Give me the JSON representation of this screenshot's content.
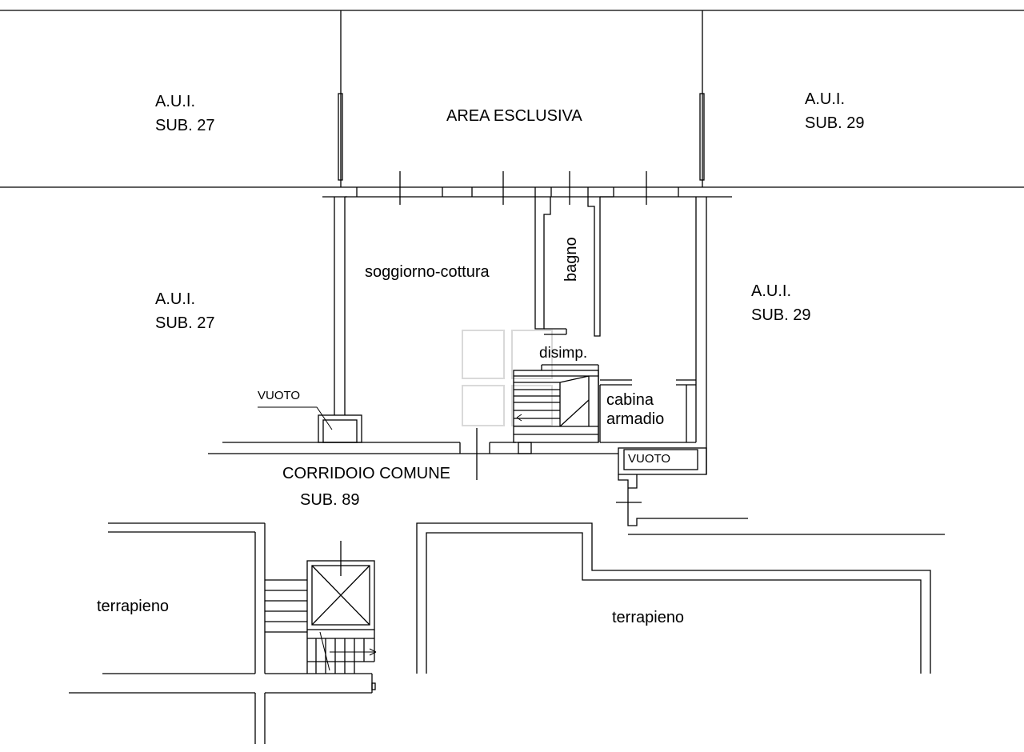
{
  "labels": {
    "area_esclusiva": "AREA ESCLUSIVA",
    "aui_tl_1": "A.U.I.",
    "aui_tl_2": "SUB. 27",
    "aui_tr_1": "A.U.I.",
    "aui_tr_2": "SUB. 29",
    "aui_ml_1": "A.U.I.",
    "aui_ml_2": "SUB. 27",
    "aui_mr_1": "A.U.I.",
    "aui_mr_2": "SUB. 29",
    "soggiorno": "soggiorno-cottura",
    "bagno": "bagno",
    "disimp": "disimp.",
    "cabina_1": "cabina",
    "cabina_2": "armadio",
    "vuoto_left": "VUOTO",
    "vuoto_right": "VUOTO",
    "corridoio_1": "CORRIDOIO COMUNE",
    "corridoio_2": "SUB. 89",
    "terrapieno_left": "terrapieno",
    "terrapieno_right": "terrapieno"
  }
}
